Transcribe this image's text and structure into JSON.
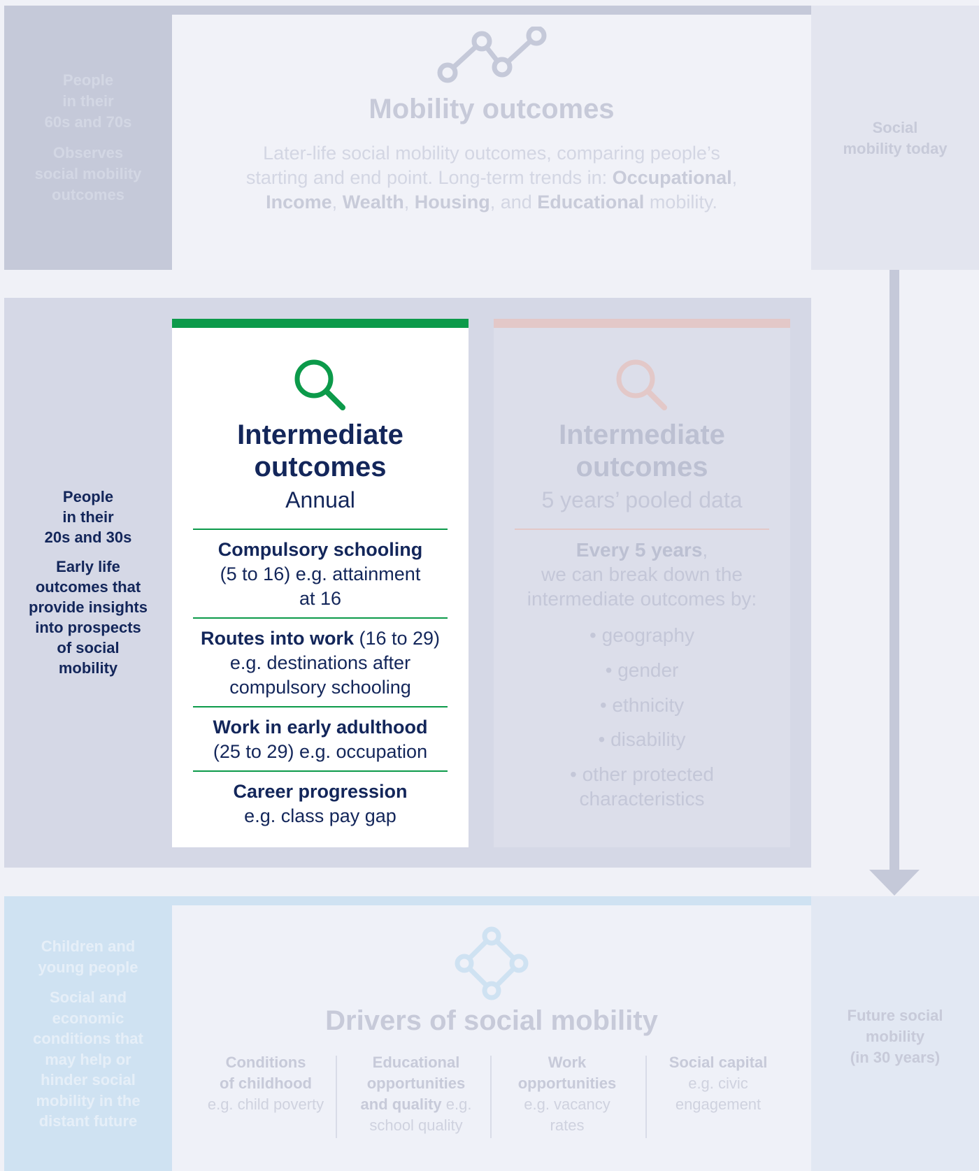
{
  "top": {
    "side_lines": [
      "People",
      "in their",
      "60s and 70s"
    ],
    "side_desc": [
      "Observes",
      "social mobility",
      "outcomes"
    ],
    "icon": "line-chart-icon",
    "title": "Mobility outcomes",
    "desc_line1": "Later-life social mobility outcomes, comparing people’s",
    "desc_line2_a": "starting and end point. Long-term trends in: ",
    "desc_line2_b": "Occupational",
    "desc_line2_c": ",",
    "desc_line3_a": "Income",
    "desc_line3_b": ", ",
    "desc_line3_c": "Wealth",
    "desc_line3_d": ", ",
    "desc_line3_e": "Housing",
    "desc_line3_f": ", and ",
    "desc_line3_g": "Educational",
    "desc_line3_h": " mobility.",
    "right_label": [
      "Social",
      "mobility today"
    ]
  },
  "middle": {
    "side_age": [
      "People",
      "in their",
      "20s and 30s"
    ],
    "side_desc": [
      "Early life",
      "outcomes that",
      "provide insights",
      "into prospects",
      "of social",
      "mobility"
    ],
    "annual": {
      "icon": "magnifier-icon",
      "title_1": "Intermediate",
      "title_2": "outcomes",
      "subtitle": "Annual",
      "items": [
        {
          "bold": "Compulsory schooling",
          "lines": [
            "(5 to 16) e.g. attainment",
            "at 16"
          ]
        },
        {
          "bold": "Routes into work",
          "rest": " (16 to 29)",
          "lines": [
            "e.g. destinations after",
            "compulsory schooling"
          ]
        },
        {
          "bold": "Work in early adulthood",
          "lines": [
            "(25 to 29) e.g. occupation"
          ]
        },
        {
          "bold": "Career progression",
          "lines": [
            "e.g. class pay gap"
          ]
        }
      ]
    },
    "pooled": {
      "icon": "magnifier-icon",
      "title_1": "Intermediate",
      "title_2": "outcomes",
      "subtitle": "5 years’ pooled data",
      "intro_bold": "Every 5 years",
      "intro_comma": ",",
      "intro_line2": "we can break down the",
      "intro_line3": "intermediate outcomes by:",
      "bullets": [
        "• geography",
        "• gender",
        "• ethnicity",
        "• disability",
        "• other protected",
        "characteristics"
      ]
    }
  },
  "bottom": {
    "side_age": [
      "Children and",
      "young people"
    ],
    "side_desc": [
      "Social and",
      "economic",
      "conditions that",
      "may help or",
      "hinder social",
      "mobility in the",
      "distant future"
    ],
    "icon": "network-diamond-icon",
    "title": "Drivers of social mobility",
    "drivers": [
      {
        "bold": [
          "Conditions",
          "of childhood"
        ],
        "rest": [
          "e.g. child poverty"
        ]
      },
      {
        "bold": [
          "Educational",
          "opportunities",
          "and quality"
        ],
        "inline": " e.g.",
        "rest": [
          "school quality"
        ]
      },
      {
        "bold": [
          "Work",
          "opportunities"
        ],
        "rest": [
          "e.g. vacancy",
          "rates"
        ]
      },
      {
        "bold": [
          "Social capital"
        ],
        "rest": [
          "e.g. civic",
          "engagement"
        ]
      }
    ],
    "right_label": [
      "Future social",
      "mobility",
      "(in 30 years)"
    ]
  },
  "colors": {
    "navy": "#13265a",
    "green": "#0c9a4a",
    "pink": "#e3c8c8",
    "arrow": "#c5c9d9",
    "light_blue": "#cfe2f2"
  }
}
